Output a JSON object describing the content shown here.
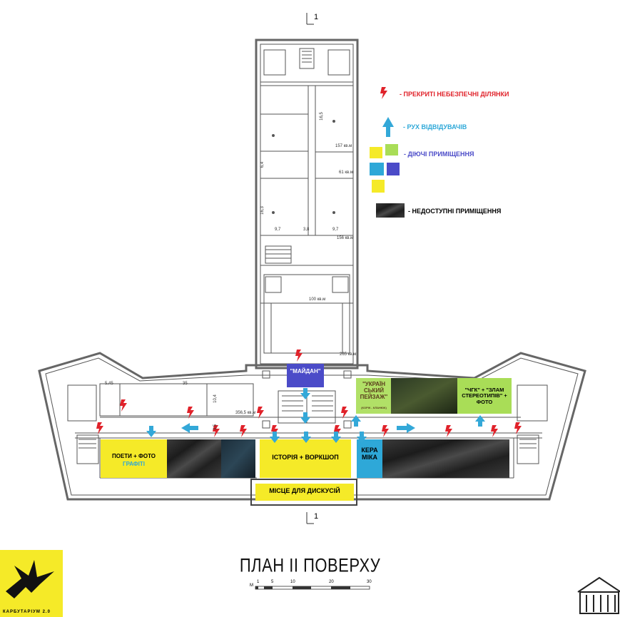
{
  "title": "ПЛАН ІІ ПОВЕРХУ",
  "section_mark": "1",
  "legend": {
    "danger": "- ПРЕКРИТІ НЕБЕЗПЕЧНІ ДІЛЯНКИ",
    "movement": "- РУХ ВІДВІДУВАЧІВ",
    "active": "- ДІЮЧІ ПРИМІЩЕННЯ",
    "unavailable": "- НЕДОСТУПНІ ПРИМІЩЕННЯ"
  },
  "rooms": {
    "maidan": "\"МАЙДАН\"",
    "ukr_landscape": "\"УКРАЇН СЬКИЙ ПЕЙЗАЖ\"",
    "ukr_landscape_sub": "(КОРЖ - КЛАНЮК)",
    "chgk": "\"ЧГК\" + \"ЗЛАМ СТЕРЕОТИПІВ\" + ФОТО",
    "poets": "ПОЕТИ + ФОТО",
    "graffiti": "ГРАФІТІ",
    "history": "ІСТОРІЯ + ВОРКШОП",
    "ceramics": "КЕРА МІКА",
    "discussion": "МІСЦЕ ДЛЯ ДИСКУСІЙ"
  },
  "dimensions": {
    "d165": "16,5",
    "d157": "157 кв.м",
    "d64": "6,4",
    "d61": "61 кв.м",
    "d163": "16,3",
    "d97a": "9,7",
    "d38": "3,8",
    "d97b": "9,7",
    "d156": "156 кв.м",
    "d100": "100 кв.м",
    "d265": "265 кв.м",
    "d545": "5,45",
    "d35": "35",
    "d104": "10,4",
    "d356": "356,5 кв.м",
    "d35b": "3,5"
  },
  "scale": {
    "m": "M",
    "ticks": [
      "1",
      "5",
      "10",
      "20",
      "30"
    ]
  },
  "logo": {
    "text": "КАРБУТАРІУМ 2.0"
  },
  "colors": {
    "yellow": "#f5ea28",
    "green": "#a9dd57",
    "blue": "#2ea8d8",
    "purple": "#4b4bc8",
    "dark": "#222222",
    "danger": "#e0222a",
    "arrow": "#33a8d8"
  }
}
